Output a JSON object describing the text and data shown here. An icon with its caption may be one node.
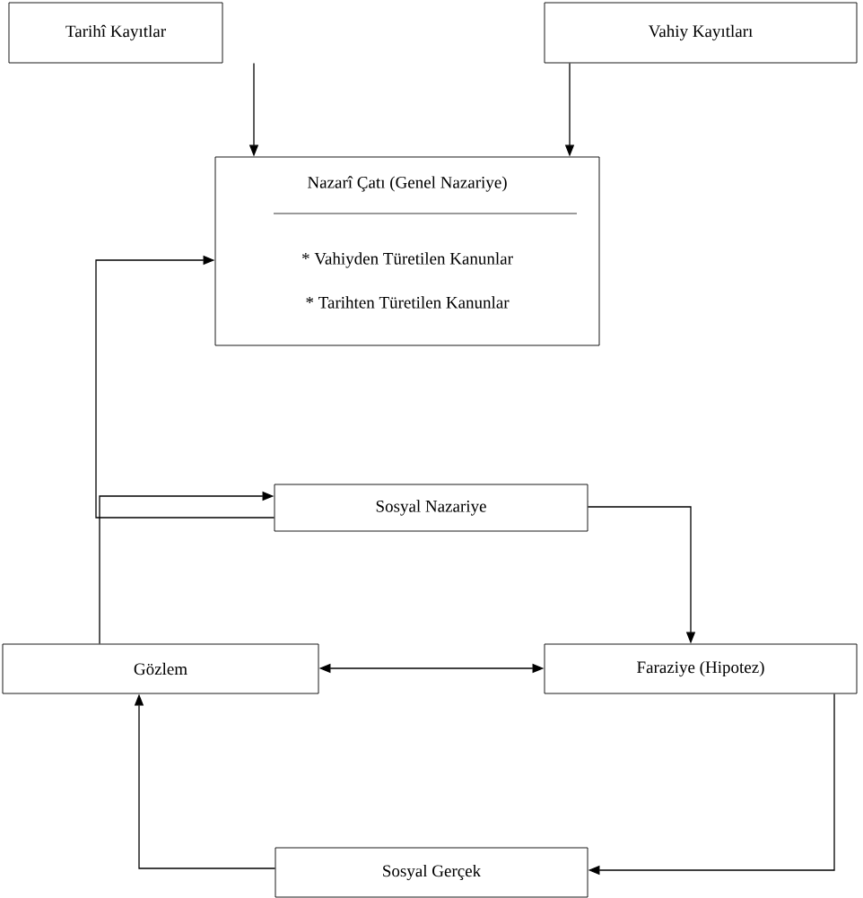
{
  "diagram": {
    "nodes": [
      {
        "text": [
          "Tarihî Kayıtlar"
        ]
      },
      {
        "text": [
          "Vahiy Kayıtları"
        ]
      },
      {
        "text": [
          "Nazarî Çatı (Genel Nazariye)",
          "* Vahiyden Türetilen Kanunlar",
          "* Tarihten Türetilen Kanunlar"
        ]
      },
      {
        "text": [
          "Sosyal Nazariye"
        ]
      },
      {
        "text": [
          "Gözlem"
        ]
      },
      {
        "text": [
          "Faraziye (Hipotez)"
        ]
      },
      {
        "text": [
          "Sosyal Gerçek"
        ]
      }
    ],
    "edges": [
      {
        "from": 0,
        "to": 2,
        "arrow": "to"
      },
      {
        "from": 1,
        "to": 2,
        "arrow": "to"
      },
      {
        "from": 3,
        "to": 2,
        "arrow": "to"
      },
      {
        "from": 4,
        "to": 3,
        "arrow": "to"
      },
      {
        "from": 3,
        "to": 5,
        "arrow": "to"
      },
      {
        "from": 4,
        "to": 5,
        "arrow": "both"
      },
      {
        "from": 5,
        "to": 6,
        "arrow": "to"
      },
      {
        "from": 6,
        "to": 4,
        "arrow": "to"
      }
    ]
  }
}
